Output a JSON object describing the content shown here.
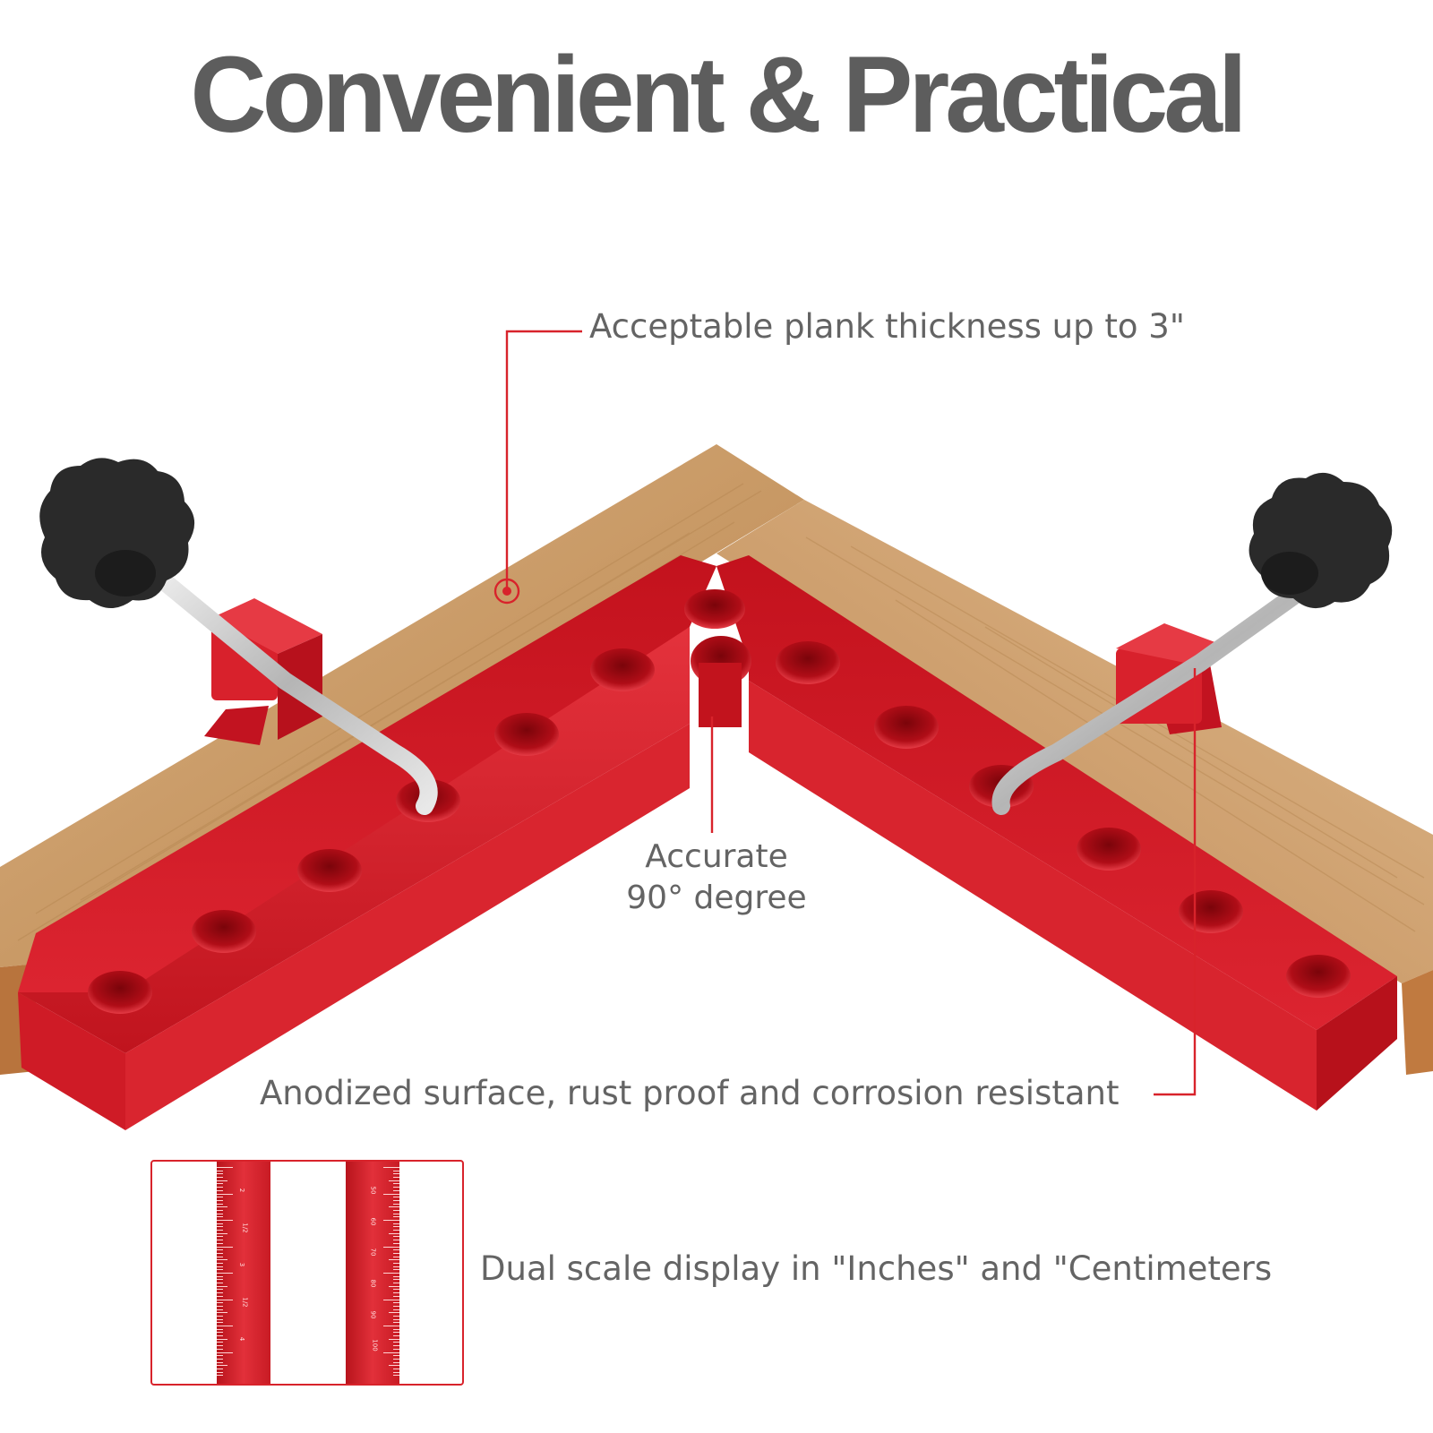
{
  "title": "Convenient & Practical",
  "callouts": {
    "plank": "Acceptable plank thickness up to 3\"",
    "accurate_line1": "Accurate",
    "accurate_line2": "90° degree",
    "anodized": "Anodized surface, rust proof and corrosion resistant",
    "dual_scale": "Dual scale display in \"Inches\" and \"Centimeters"
  },
  "ruler_inches_labels": [
    "2",
    "1/2",
    "3",
    "1/2",
    "4"
  ],
  "ruler_cm_labels": [
    "50",
    "60",
    "70",
    "80",
    "90",
    "100"
  ],
  "colors": {
    "accent": "#d8232b",
    "title": "#5d5d5d",
    "text": "#646464",
    "wood": "#c99b66",
    "aluminum_red": "#d01c28",
    "knob": "#2a2a2a"
  }
}
